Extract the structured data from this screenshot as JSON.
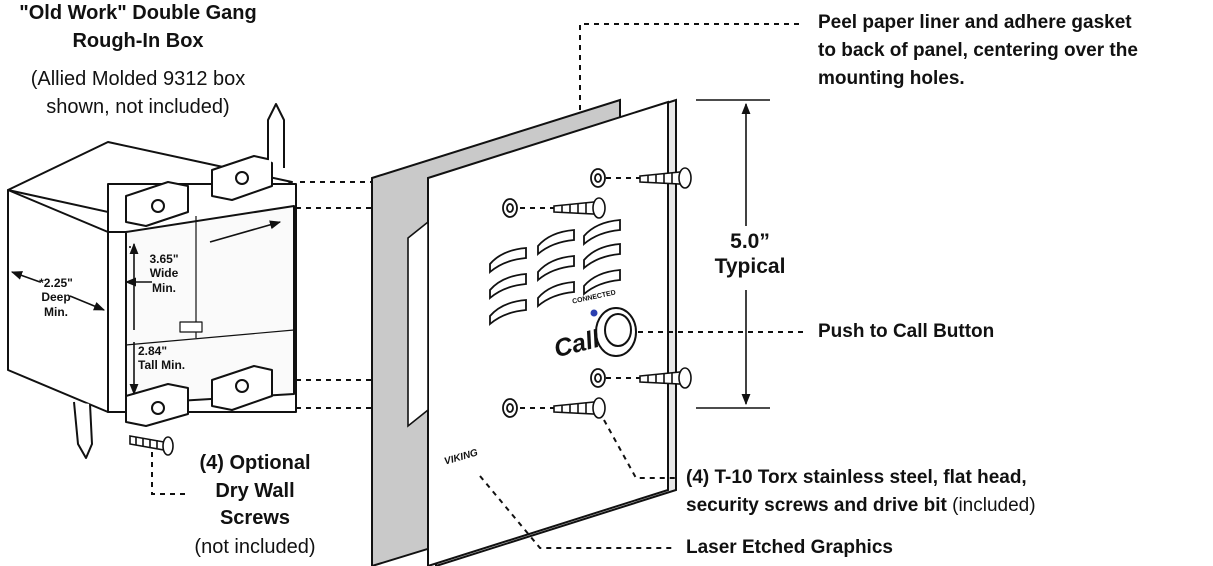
{
  "box": {
    "title_line1": "\"Old Work\" Double Gang",
    "title_line2": "Rough-In Box",
    "note_line1": "(Allied Molded 9312 box",
    "note_line2": "shown, not included)"
  },
  "dims": {
    "wide_1": "3.65\"",
    "wide_2": "Wide",
    "wide_3": "Min.",
    "deep_1": "*2.25\"",
    "deep_2": "Deep",
    "deep_3": "Min.",
    "tall_1": "2.84\"",
    "tall_2": "Tall Min."
  },
  "screws_optional": {
    "line1": "(4) Optional",
    "line2": "Dry Wall",
    "line3": "Screws",
    "line4": "(not included)"
  },
  "panel": {
    "connected": "CONNECTED",
    "call": "Call",
    "brand": "VIKING"
  },
  "callouts": {
    "gasket_line1": "Peel paper liner and adhere gasket",
    "gasket_line2": "to back of panel, centering over the",
    "gasket_line3": "mounting holes.",
    "height_value": "5.0”",
    "height_label": "Typical",
    "button": "Push to Call Button",
    "torx_line1": "(4) T-10 Torx stainless steel, flat head,",
    "torx_line2_bold": "security screws and drive bit",
    "torx_line2_rest": " (included)",
    "graphics": "Laser Etched Graphics"
  },
  "colors": {
    "gasket": "#c9c9c9",
    "panel": "#ffffff",
    "ink": "#111111"
  }
}
